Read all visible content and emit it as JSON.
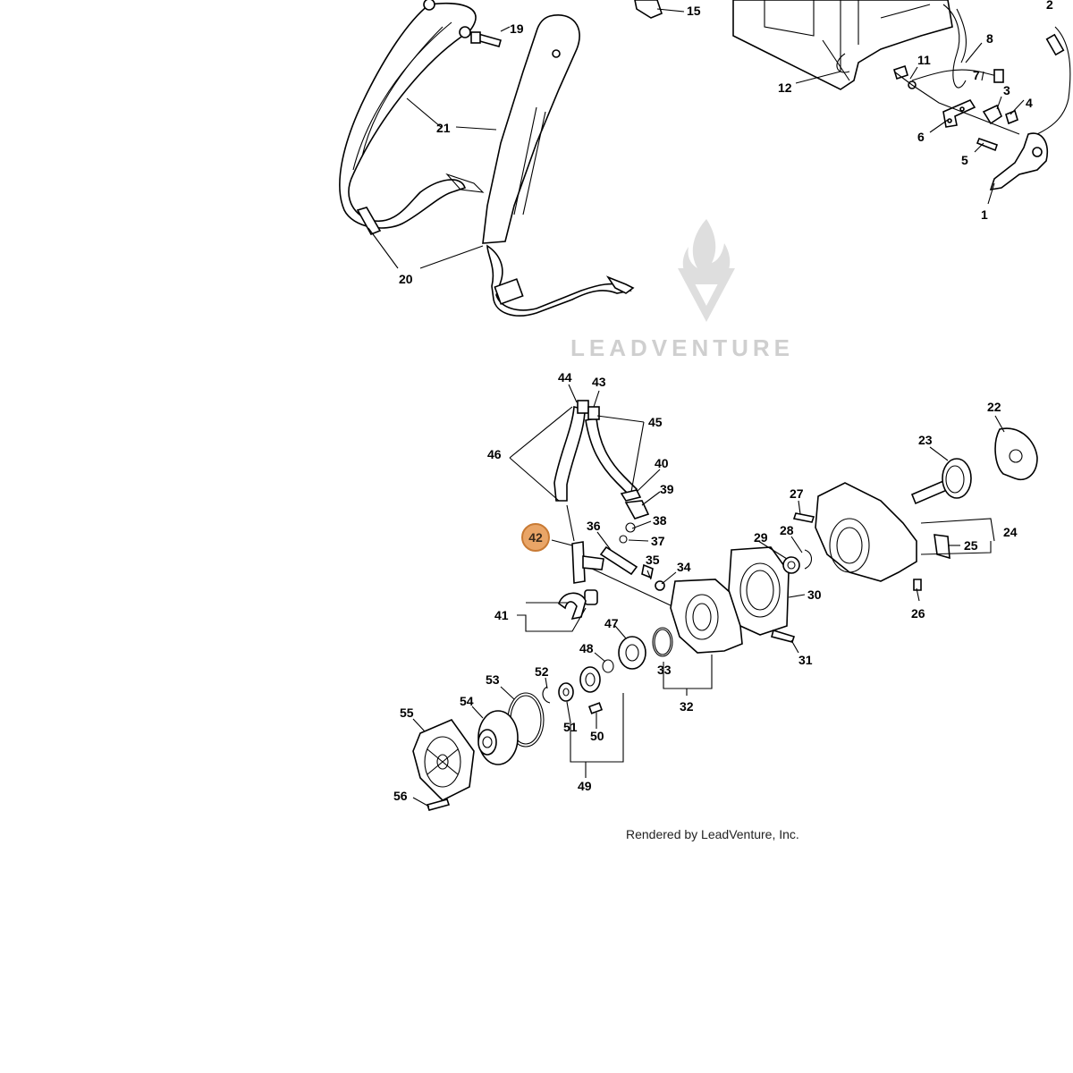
{
  "watermark": {
    "brand": "LEADVENTURE"
  },
  "footer": {
    "text": "Rendered by LeadVenture, Inc."
  },
  "highlight": {
    "label": "42",
    "color": "#e9a567"
  },
  "callouts": {
    "c1": "1",
    "c2": "2",
    "c3": "3",
    "c4": "4",
    "c5": "5",
    "c6": "6",
    "c7": "7",
    "c8": "8",
    "c11": "11",
    "c12": "12",
    "c15": "15",
    "c19": "19",
    "c20": "20",
    "c21": "21",
    "c22": "22",
    "c23": "23",
    "c24": "24",
    "c25": "25",
    "c26": "26",
    "c27": "27",
    "c28": "28",
    "c29": "29",
    "c30": "30",
    "c31": "31",
    "c32": "32",
    "c33": "33",
    "c34": "34",
    "c35": "35",
    "c36": "36",
    "c37": "37",
    "c38": "38",
    "c39": "39",
    "c40": "40",
    "c41": "41",
    "c43": "43",
    "c44": "44",
    "c45": "45",
    "c46": "46",
    "c47": "47",
    "c48": "48",
    "c49": "49",
    "c50": "50",
    "c51": "51",
    "c52": "52",
    "c53": "53",
    "c54": "54",
    "c55": "55",
    "c56": "56"
  }
}
